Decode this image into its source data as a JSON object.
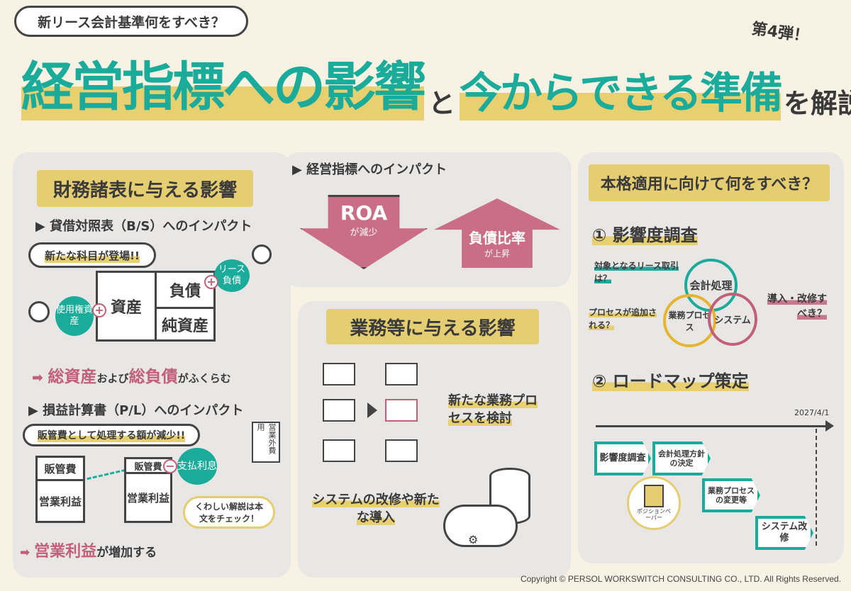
{
  "header": {
    "bubble": "新リース会計基準何をすべき？",
    "title_part1": "経営指標への影響",
    "title_and": "と",
    "title_part2": "今からできる準備",
    "title_suffix": "を解説！",
    "badge": "第4弾！"
  },
  "left": {
    "banner": "財務諸表に与える影響",
    "bs_heading": "貸借対照表（B/S）へのインパクト",
    "bs_bubble": "新たな科目が登場!!",
    "asset": "資産",
    "liability": "負債",
    "equity": "純資産",
    "rou_asset": "使用権資産",
    "lease_liability": "リース負債",
    "plus": "+",
    "bs_result_pre": "総資産",
    "bs_result_mid": "および",
    "bs_result_mid2": "総負債",
    "bs_result_post": "がふくらむ",
    "pl_heading": "損益計算書（P/L）へのインパクト",
    "pl_bubble": "販管費として処理する額が減少!!",
    "sga": "販管費",
    "op_profit": "営業利益",
    "interest": "支払利息",
    "minus": "−",
    "non_op": "営業外費用",
    "note": "くわしい解説は本文をチェック！",
    "pl_result_pre": "営業利益",
    "pl_result_post": "が増加する"
  },
  "middle": {
    "heading": "経営指標へのインパクト",
    "roa": "ROA",
    "roa_sub": "が減少",
    "debt": "負債比率",
    "debt_sub": "が上昇",
    "ops_banner": "業務等に与える影響",
    "process_text": "新たな業務プロセスを検討",
    "system_text": "システムの改修や新たな導入"
  },
  "right": {
    "banner": "本格適用に向けて何をすべき？",
    "step1": "① 影響度調査",
    "q1": "対象となるリース取引は？",
    "q2": "プロセスが追加される？",
    "q3": "導入・改修すべき？",
    "c_accounting": "会計処理",
    "c_process": "業務プロセス",
    "c_system": "システム",
    "step2": "② ロードマップ策定",
    "date": "2027/4/1",
    "tasks": [
      "影響度調査",
      "会計処理方針の決定",
      "業務プロセスの変更等",
      "システム改修"
    ],
    "paper": "ポジションペーパー"
  },
  "footer": {
    "copyright": "Copyright © PERSOL WORKSWITCH CONSULTING CO., LTD. All Rights Reserved."
  },
  "colors": {
    "teal": "#1aab9b",
    "pink": "#c2607a",
    "yellow": "#e5cd72",
    "panel": "#e8e7e6",
    "background": "#f7f2e3"
  }
}
